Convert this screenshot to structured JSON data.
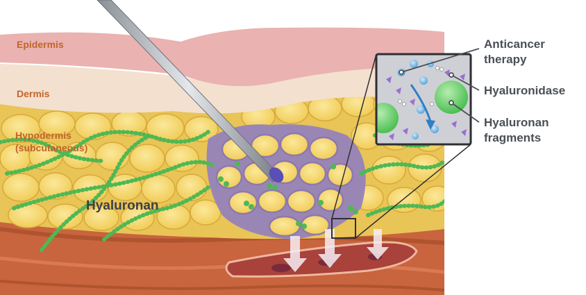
{
  "labels": {
    "epidermis": "Epidermis",
    "dermis": "Dermis",
    "hypodermis_line1": "Hypodermis",
    "hypodermis_line2": "(subcutaneous)",
    "hyaluronan": "Hyaluronan"
  },
  "callouts": {
    "anticancer_line1": "Anticancer",
    "anticancer_line2": "therapy",
    "hyaluronidase": "Hyaluronidase",
    "fragments_line1": "Hyaluronan",
    "fragments_line2": "fragments"
  },
  "colors": {
    "epidermis": "#eab2b0",
    "dermis": "#f3e0cf",
    "fat": "#f4d76a",
    "hyaluronan": "#5cc25c",
    "deep_tissue": "#c8643e",
    "label_orange": "#c0652c",
    "callout_text": "#4a4f55"
  }
}
